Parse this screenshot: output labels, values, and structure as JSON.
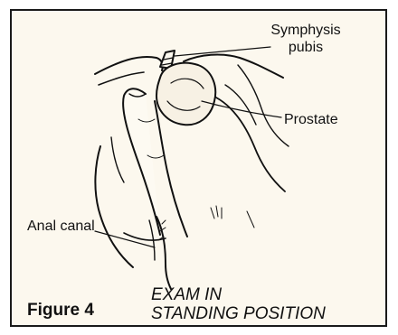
{
  "figure": {
    "number_label": "Figure 4",
    "caption_lines": [
      "EXAM IN",
      "STANDING POSITION"
    ]
  },
  "labels": {
    "symphysis_line1": "Symphysis",
    "symphysis_line2": "pubis",
    "prostate": "Prostate",
    "anal_canal": "Anal canal"
  },
  "colors": {
    "panel_background": "#fcf8ee",
    "border": "#1a1a1a",
    "ink": "#111111"
  }
}
